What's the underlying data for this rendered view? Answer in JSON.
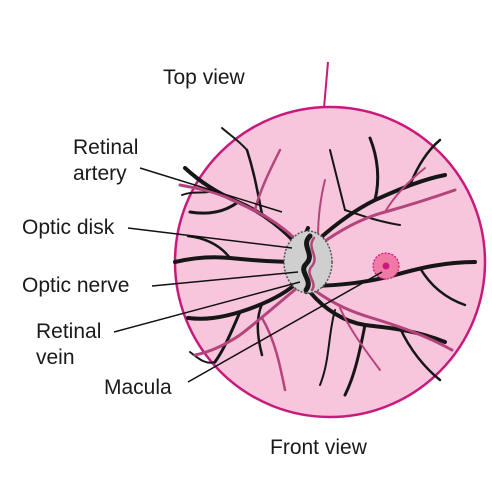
{
  "labels": {
    "top_view": "Top view",
    "retinal_artery_line1": "Retinal",
    "retinal_artery_line2": "artery",
    "optic_disk": "Optic disk",
    "optic_nerve": "Optic nerve",
    "retinal_vein_line1": "Retinal",
    "retinal_vein_line2": "vein",
    "macula": "Macula",
    "front_view": "Front view"
  },
  "colors": {
    "retina_fill": "#f7c6dc",
    "retina_outline": "#c81a7d",
    "vessel_dark": "#161616",
    "vessel_pink": "#b5447c",
    "optic_disk_fill": "#cfcfcf",
    "macula_fill": "#f07aa5"
  }
}
